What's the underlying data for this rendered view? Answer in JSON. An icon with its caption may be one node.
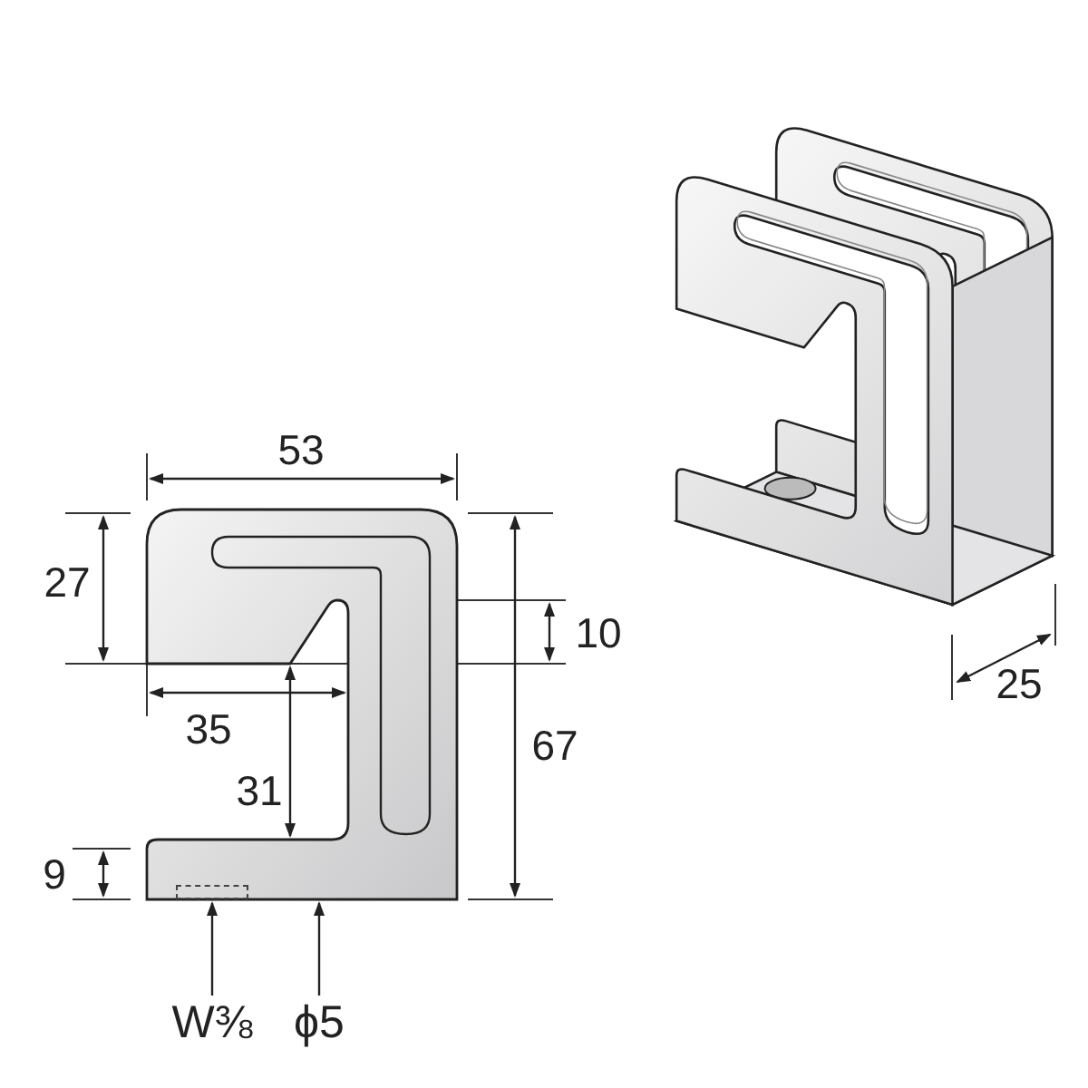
{
  "diagram": {
    "nodes": [
      {
        "text": [],
        "shape": "picture"
      },
      {
        "text": [],
        "shape": "box",
        "in": 0
      },
      {
        "text": [
          "W⅜"
        ]
      },
      {
        "text": [
          "ϕ5"
        ]
      }
    ],
    "edges": [
      {
        "from": 2,
        "to": 1,
        "arrow": "to"
      },
      {
        "from": 3,
        "to": 0,
        "arrow": "to"
      }
    ],
    "labels": [
      "53",
      "27",
      "10",
      "35",
      "67",
      "31",
      "9",
      "25"
    ]
  }
}
